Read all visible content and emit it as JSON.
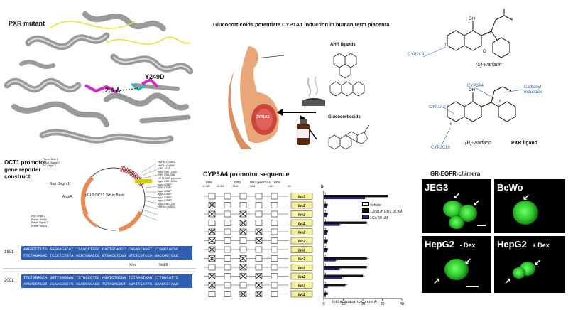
{
  "pxr": {
    "title": "PXR mutant",
    "label_dist": "2.6 Å",
    "label_mut": "Y249D"
  },
  "gluco": {
    "title": "Glucocorticoids potentiate CYP1A1 induction in human term placenta",
    "ahr_label": "AHR ligands",
    "gc_label": "Glucocorticoids",
    "cyp_label": "CYP1A1"
  },
  "warfarin": {
    "s_label": "(S)-warfarin",
    "r_label": "(R)-warfarin",
    "pxr_ligand": "PXR ligand",
    "cyp2c9_top": "CYP2C9",
    "cyp3a4": "CYP3A4",
    "carbonyl": "Carbonyl reductase",
    "cyp1a2": "CYP1A2",
    "cyp2c19": "CYP2C19",
    "pos7": "7",
    "pos10": "10",
    "pos6": "6"
  },
  "oct1": {
    "title_line1": "OCT1 promotor",
    "title_line2": "gene reporter",
    "title_line3": "construct",
    "plasmid": "pGL3-OCT1 2kb in Basic",
    "ampr": "AmpR",
    "ori": "Rep Origin 1",
    "labels": [
      "Primer Bind 3",
      "Polyd. Signal 1",
      "RE Origin 2",
      "HNF4a (c) DR2",
      "HNF4a (b) DR1",
      "GRE -1130",
      "hypo GRE -X250",
      "GRE (768-758)",
      "OCT1 ARE promotor",
      "hypo GRE -X250",
      "hypo-C/EBP",
      "ARE/1-EBP",
      "hypo-C/EBP",
      "hypo-C/EBP",
      "hypo-C/EBP",
      "hypo-C/EBP",
      "hypo-GRE -209",
      "HNF4a (a) DR1",
      "Rep Origin 2",
      "Primer Bind 2",
      "Polyd. Signal 2",
      "Primer Bind 4"
    ],
    "seq1_pos": "1801",
    "seq1_a": "AAGATCTCTG AGGGAGACAT TGCACCTGGC CACTGCAGCC CAGAGCAGGT CTGGCCACGG",
    "seq1_b": "TTCTAGAGAC TCCCTCTGTA ACGTGGACCG GTGACGTCGG GTCTCGTCCA GACCGGTGCC",
    "seq2_pos": "2001",
    "seq2_a": "TTCTGGAGCA GGTTGGGGAG TCTGGCCTCG AGATCTGCGA TCTAAGTAAG CTTGGCATTC",
    "seq2_b": "AAGACCTCGT CCAACCCCTC AGACCGGAGC TCTAGACGCT AGATTCATTC GAACCGTAAG",
    "xhoi": "XhoI",
    "hindiii": "HindIII"
  },
  "cyp3a4": {
    "title": "CYP3A4 promotor sequence",
    "headers": [
      "ER6",
      "DR3",
      "DR4 (eNR3A4)",
      "ER6"
    ],
    "positions": [
      "-11.382",
      "-10.562",
      "-7836",
      "-7268",
      "-261",
      "+52"
    ],
    "luc": "luc2",
    "panel_b": "b",
    "legend": [
      "vehicle",
      "1,25(OH)2D3 10 nM",
      "LCA 50 µM"
    ],
    "xlabel": "fold activation to control A",
    "xticks": [
      "0",
      "10",
      "20",
      "30",
      "40"
    ],
    "row_labels": [
      "A",
      "B",
      "C",
      "D",
      "E",
      "F",
      "G",
      "H",
      "I",
      "J",
      "K",
      "L"
    ]
  },
  "micro": {
    "title": "GR-EGFR-chimera",
    "p1": "JEG3",
    "p2": "BeWo",
    "p3": "HepG2",
    "p3b": "- Dex",
    "p4": "HepG2",
    "p4b": "+ Dex"
  },
  "chart_data": {
    "type": "bar",
    "xlabel": "fold activation to control A",
    "xlim": [
      0,
      40
    ],
    "legend": [
      "vehicle",
      "1,25(OH)2D3 10 nM",
      "LCA 50 µM"
    ],
    "series": [
      {
        "name": "vehicle",
        "values": [
          1,
          1,
          1,
          1,
          1,
          1,
          1,
          1,
          1,
          1,
          1,
          1
        ]
      },
      {
        "name": "1,25(OH)2D3 10 nM",
        "values": [
          33,
          2,
          2,
          22,
          2,
          2,
          2,
          22,
          22,
          20,
          11,
          2
        ]
      },
      {
        "name": "LCA 50 µM",
        "values": [
          21,
          1.5,
          1.5,
          8,
          1.5,
          1.5,
          1.5,
          6,
          8,
          9,
          2,
          1
        ]
      }
    ],
    "colors": [
      "#ffffff",
      "#111111",
      "#2b2b8f"
    ]
  }
}
